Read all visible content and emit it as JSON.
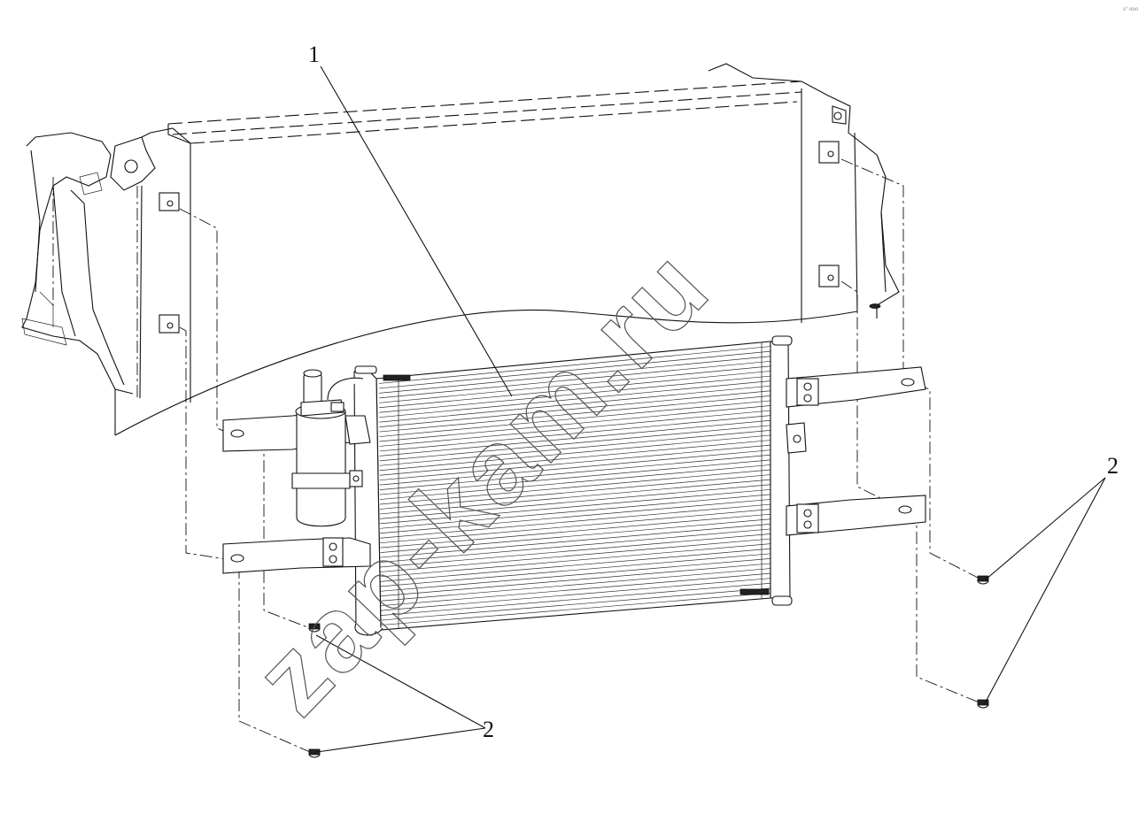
{
  "callouts": [
    {
      "label": "1"
    },
    {
      "label": "2"
    },
    {
      "label": "2"
    }
  ],
  "watermark": "zap-kam.ru",
  "corner_mark": "s° ooo"
}
